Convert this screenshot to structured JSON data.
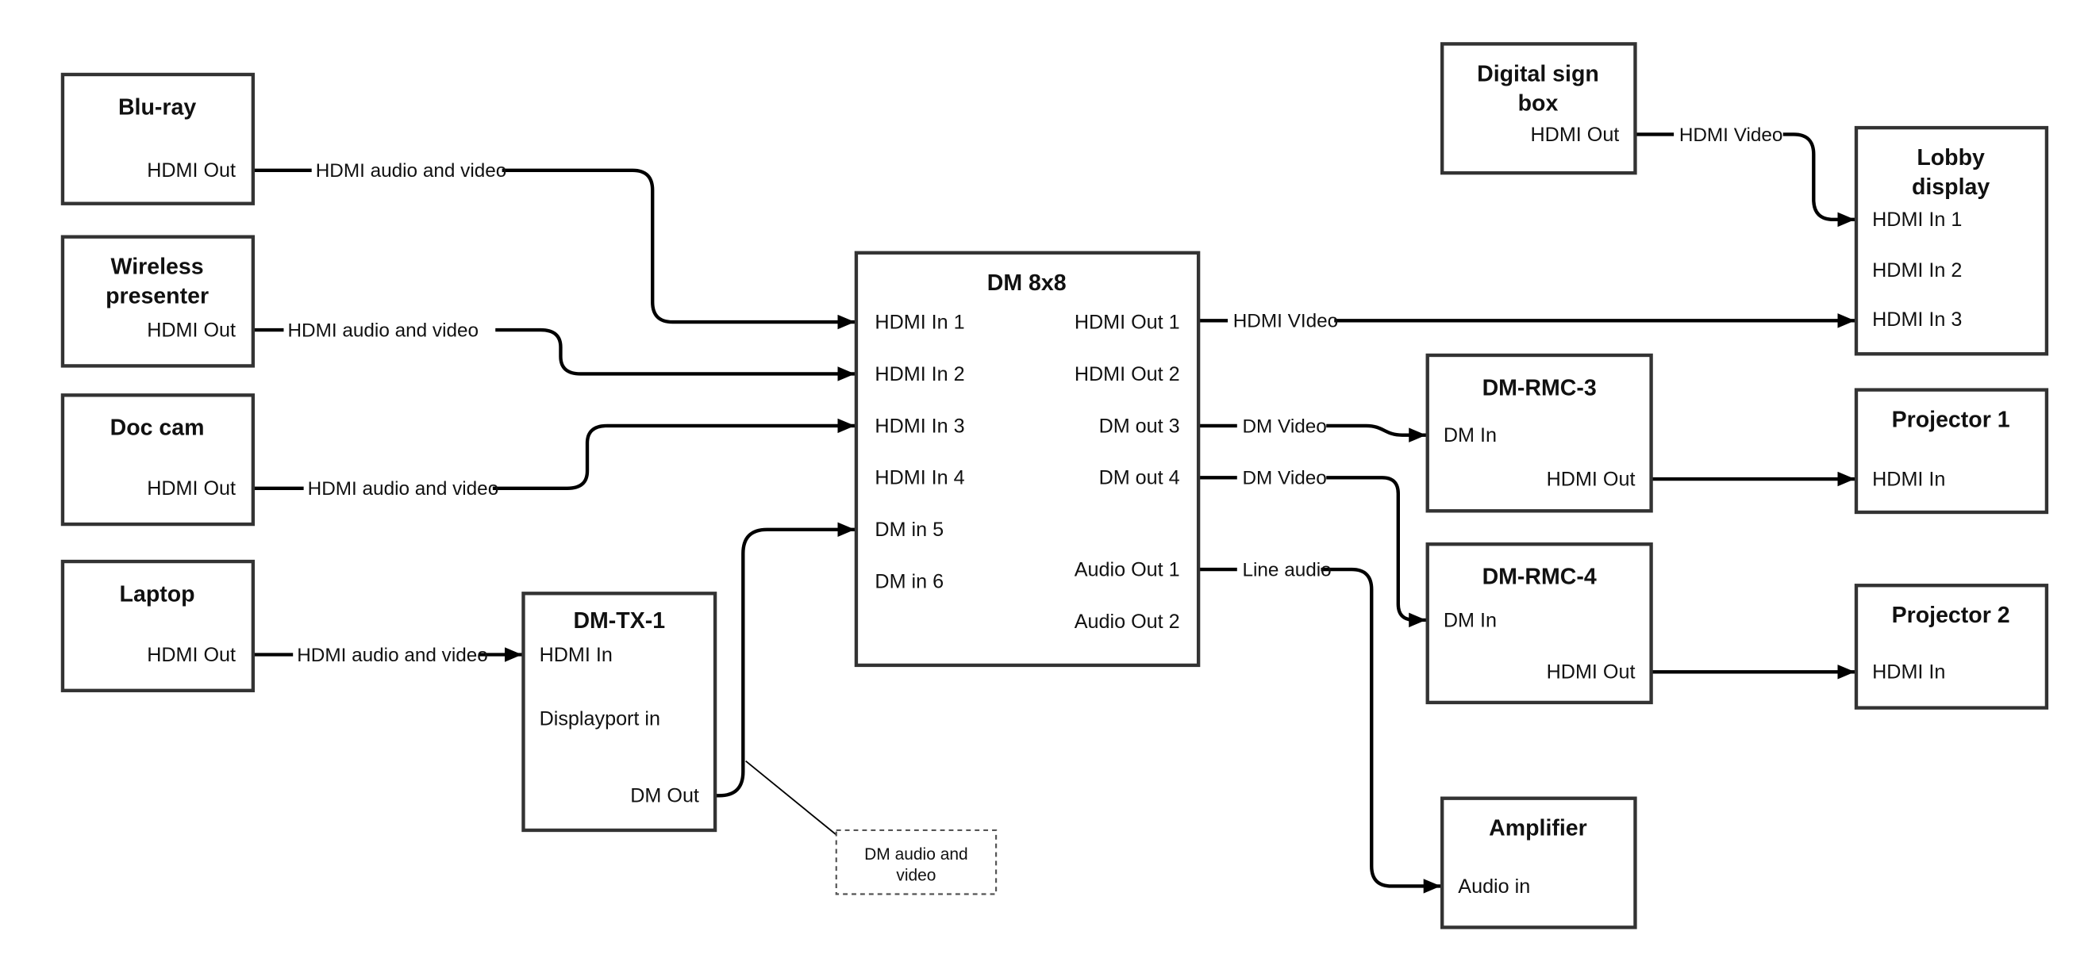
{
  "colors": {
    "background": "#ffffff",
    "line": "#000000",
    "box_border": "#333333",
    "text": "#111111"
  },
  "nodes": {
    "bluray": {
      "title": "Blu-ray",
      "port_out": "HDMI Out"
    },
    "wireless": {
      "title_line1": "Wireless",
      "title_line2": "presenter",
      "port_out": "HDMI Out"
    },
    "doccam": {
      "title": "Doc cam",
      "port_out": "HDMI Out"
    },
    "laptop": {
      "title": "Laptop",
      "port_out": "HDMI Out"
    },
    "dmtx1": {
      "title": "DM-TX-1",
      "port_in1": "HDMI In",
      "port_in2": "Displayport in",
      "port_out": "DM Out"
    },
    "dm8x8": {
      "title": "DM 8x8",
      "in1": "HDMI In 1",
      "in2": "HDMI In 2",
      "in3": "HDMI In 3",
      "in4": "HDMI In 4",
      "in5": "DM in 5",
      "in6": "DM in 6",
      "out1": "HDMI Out 1",
      "out2": "HDMI Out 2",
      "out3": "DM out 3",
      "out4": "DM out 4",
      "aout1": "Audio Out 1",
      "aout2": "Audio Out 2"
    },
    "digitalsign": {
      "title_line1": "Digital sign",
      "title_line2": "box",
      "port_out": "HDMI Out"
    },
    "lobby": {
      "title_line1": "Lobby",
      "title_line2": "display",
      "in1": "HDMI In 1",
      "in2": "HDMI In 2",
      "in3": "HDMI In 3"
    },
    "dmrmc3": {
      "title": "DM-RMC-3",
      "port_in": "DM In",
      "port_out": "HDMI Out"
    },
    "proj1": {
      "title": "Projector 1",
      "port_in": "HDMI In"
    },
    "dmrmc4": {
      "title": "DM-RMC-4",
      "port_in": "DM In",
      "port_out": "HDMI Out"
    },
    "proj2": {
      "title": "Projector 2",
      "port_in": "HDMI In"
    },
    "amplifier": {
      "title": "Amplifier",
      "port_in": "Audio in"
    }
  },
  "edge_labels": {
    "bluray_to_dm8x8": "HDMI audio and video",
    "wireless_to_dm8x8": "HDMI audio and video",
    "doccam_to_dm8x8": "HDMI audio and video",
    "laptop_to_dmtx1": "HDMI audio and video",
    "hdmi_out1": "HDMI VIdeo",
    "dm_out3": "DM Video",
    "dm_out4": "DM Video",
    "audio_out1": "Line audio",
    "digitalsign_to_lobby": "HDMI Video"
  },
  "note": {
    "line1": "DM audio and",
    "line2": "video"
  }
}
